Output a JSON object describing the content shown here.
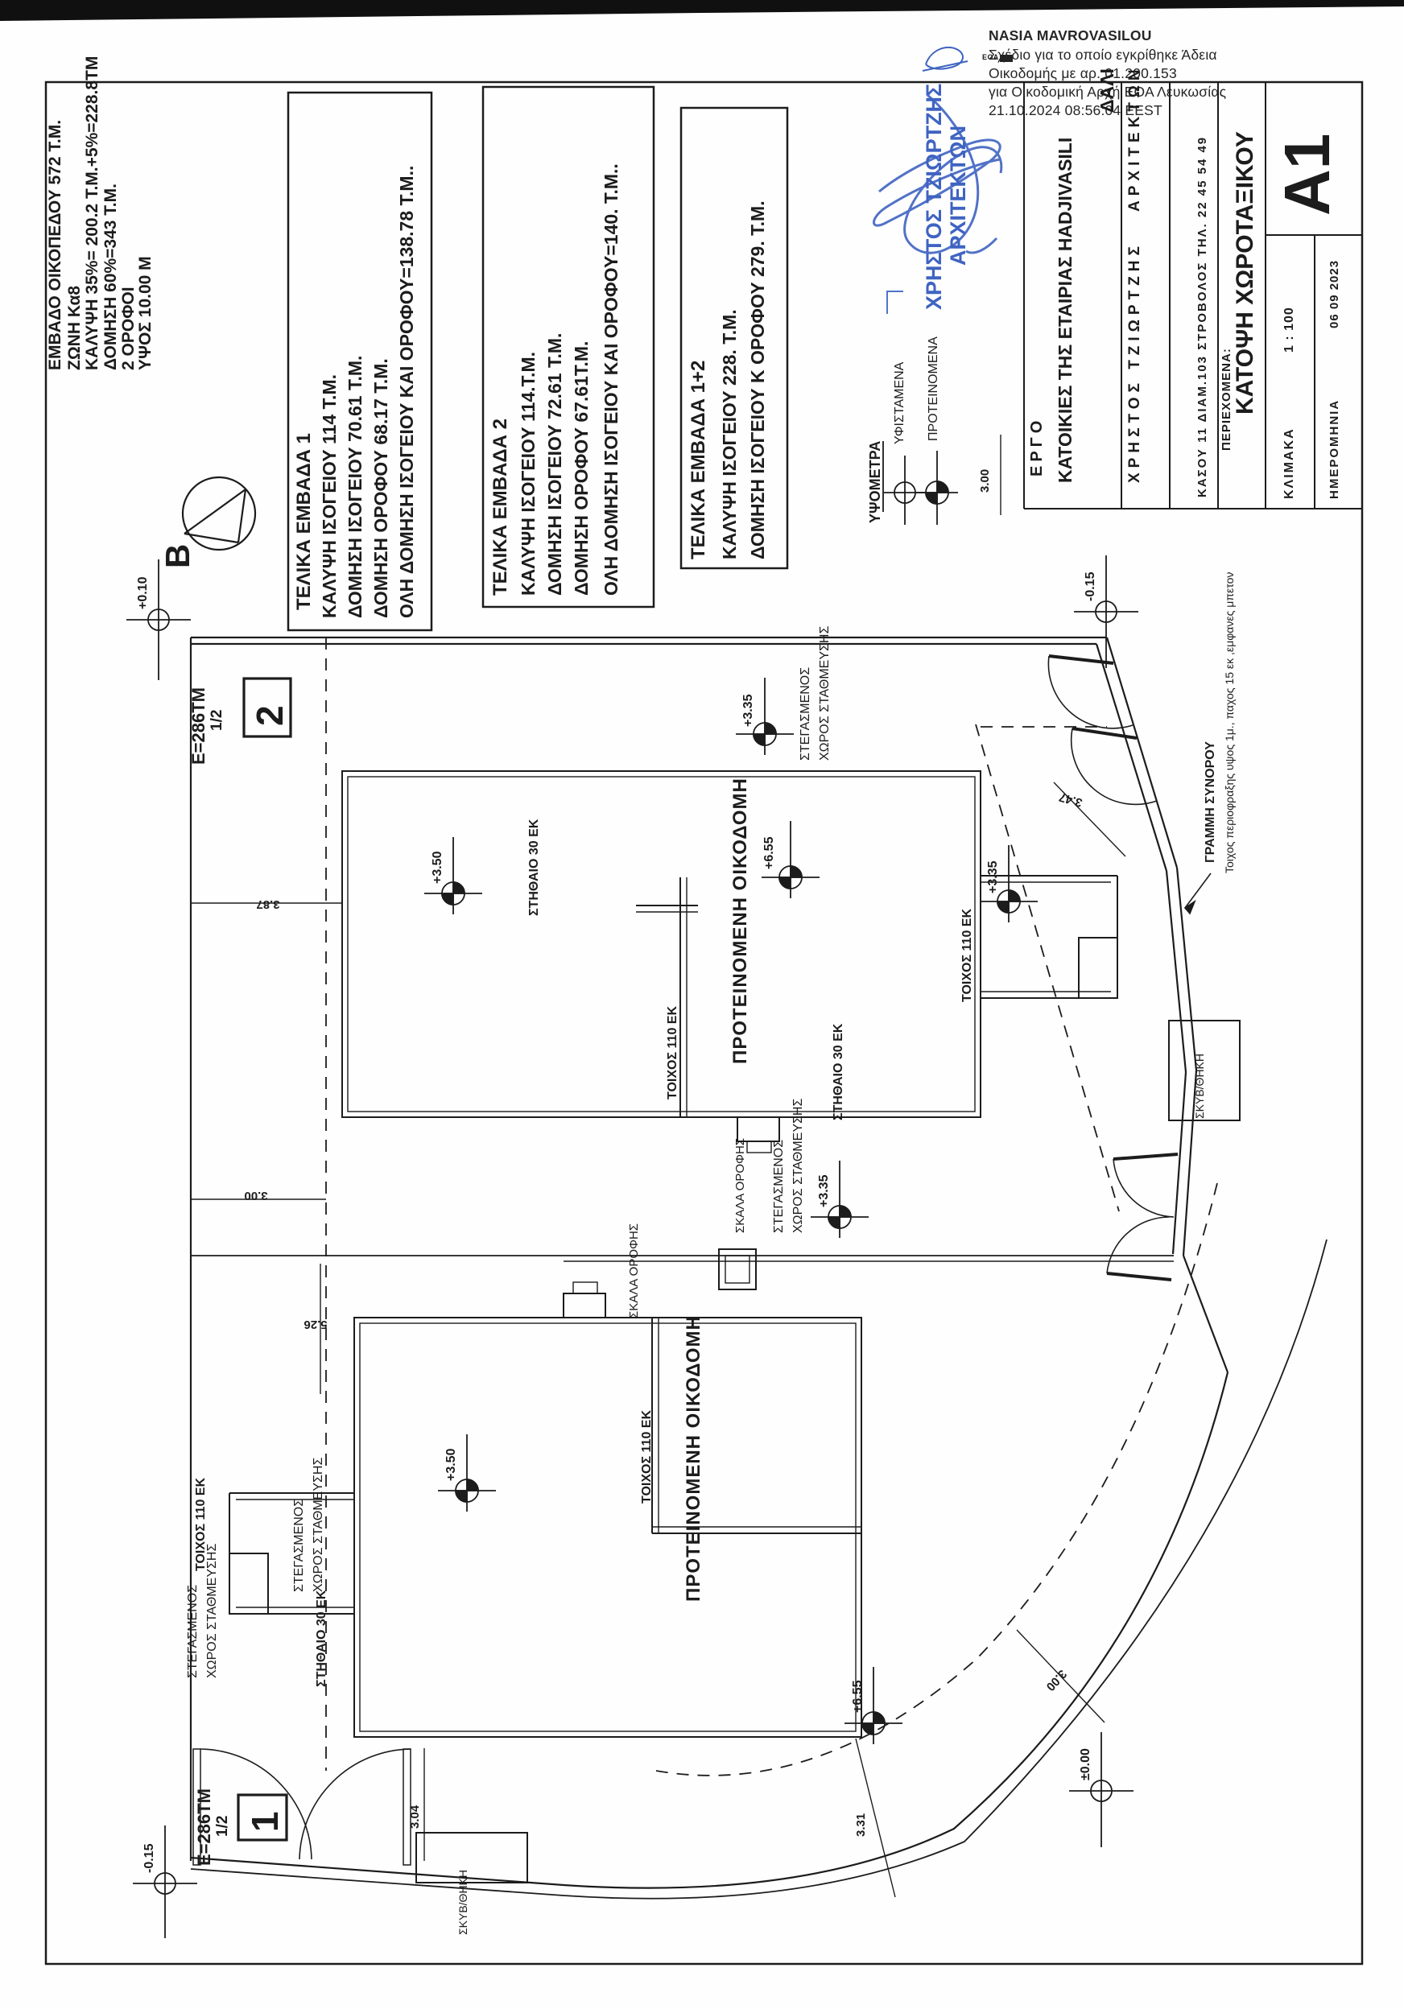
{
  "signature": {
    "name": "NASIA MAVROVASILOU",
    "line1": "Σχέδιο για το οποίο εγκρίθηκε Άδεια",
    "line2": "Οικοδομής με αρ. 01.200.153",
    "line3": "για Οικοδομική Αρχή ΕΟΑ Λευκωσίας",
    "timestamp": "21.10.2024 08:56:04 EEST",
    "eoa": "ΕΟΑ"
  },
  "site_info": {
    "line1": "ΕΜΒΑΔΟ ΟΙΚΟΠΕΔΟΥ  572 Τ.Μ.",
    "line2": "ΖΩΝΗ  Κα8",
    "line3": "ΚΑΛΥΨΗ 35%= 200.2  Τ.Μ.+5%=228.8ΤΜ",
    "line4": "ΔΟΜΗΣΗ 60%=343 Τ.Μ.",
    "line5": "2 ΟΡΟΦΟΙ",
    "line6": "ΥΨΟΣ  10.00 Μ"
  },
  "north": {
    "label": "Β"
  },
  "box1": {
    "title": "ΤΕΛΙΚΑ ΕΜΒΑΔΑ 1",
    "l1": "ΚΑΛΥΨΗ ΙΣΟΓΕΙΟΥ  114 Τ.Μ.",
    "l2": "ΔΟΜΗΣΗ ΙΣΟΓΕΙΟΥ  70.61 Τ.Μ.",
    "l3": "ΔΟΜΗΣΗ ΟΡΟΦΟΥ  68.17 Τ.Μ.",
    "l4": "ΟΛΗ ΔΟΜΗΣΗ ΙΣΟΓΕΙΟΥ ΚΑΙ ΟΡΟΦΟΥ=138.78 Τ.Μ.."
  },
  "box2": {
    "title": "ΤΕΛΙΚΑ ΕΜΒΑΔΑ 2",
    "l1": "ΚΑΛΥΨΗ ΙΣΟΓΕΙΟΥ  114.Τ.Μ.",
    "l2": "ΔΟΜΗΣΗ ΙΣΟΓΕΙΟΥ  72.61 Τ.Μ.",
    "l3": "ΔΟΜΗΣΗ  ΟΡΟΦΟΥ  67.61Τ.Μ.",
    "l4": "ΟΛΗ ΔΟΜΗΣΗ ΙΣΟΓΕΙΟΥ ΚΑΙ ΟΡΟΦΟΥ=140. Τ.Μ.."
  },
  "box3": {
    "title": "ΤΕΛΙΚΑ ΕΜΒΑΔΑ 1+2",
    "l1": "ΚΑΛΥΨΗ ΙΣΟΓΕΙΟΥ  228. Τ.Μ.",
    "l2": "ΔΟΜΗΣΗ ΙΣΟΓΕΙΟΥ Κ ΟΡΟΦΟΥ  279. Τ.Μ."
  },
  "legend": {
    "title": "ΥΨΟΜΕΤΡΑ",
    "existing": "ΥΦΙΣΤΑΜΕΝΑ",
    "proposed": "ΠΡΟΤΕΙΝΟΜΕΝΑ"
  },
  "stamp": {
    "name": "ΧΡΗΣΤΟΣ ΤΖΙΩΡΤΖΗΣ",
    "title": "ΑΡΧΙΤΕΚΤΩΝ"
  },
  "titleblock": {
    "ergo": "ΕΡΓΟ",
    "project": "ΚΑΤΟΙΚΙΕΣ ΤΗΣ ΕΤΑΙΡΙΑΣ  HADJIVASILI",
    "location": "ΔΑΛΙ",
    "architect": "ΧΡΗΣΤΟΣ ΤΖΙΩΡΤΖΗΣ",
    "architect_title": "ΑΡΧΙΤΕΚΤΩΝ",
    "address": "ΚΑΣΟΥ 11 ΔΙΑΜ.103  ΣΤΡΟΒΟΛΟΣ  ΤΗΛ. 22 45 54 49",
    "contents_label": "ΠΕΡΙΕΧΟΜΕΝΑ:",
    "contents": "ΚΑΤΟΨΗ ΧΩΡΟΤΑΞΙΚΟΥ",
    "scale_label": "ΚΛΙΜΑΚΑ",
    "scale_value": "1 : 100",
    "date_label": "ΗΜΕΡΟΜΗΝΙΑ",
    "date_value": "06 09 2023",
    "sheet": "Α1"
  },
  "plan": {
    "building": "ΠΡΟΤΕΙΝΟΜΕΝΗ ΟΙΚΟΔΟΜΗ",
    "covered": "ΣΤΕΓΑΣΜΕΝΟΣ",
    "parking": "ΧΩΡΟΣ ΣΤΑΘΜΕΥΣΗΣ",
    "stair": "ΣΚΑΛΑ ΟΡΟΦΗΣ",
    "wall": "ΤΟΙΧΟΣ 110 ΕΚ",
    "parapet": "ΣΤΗΘΑΙΟ 30 ΕΚ",
    "bin": "ΣΚΥΒ/ΘΗΚΗ",
    "boundary": "ΓΡΑΜΜΗ ΣΥΝΟΡΟΥ",
    "fence_note": "Τοιχος περιοφραξης υψος 1μ., παχος 15 εκ ,εμφανες μπετον",
    "area": "Ε=286ΤΜ",
    "half": "1/2",
    "plot1": "1",
    "plot2": "2",
    "lv_p010": "+0.10",
    "lv_m015": "-0.15",
    "lv_000": "±0.00",
    "lv_335": "+3.35",
    "lv_350": "+3.50",
    "lv_655": "+6.55",
    "d387": "3.87",
    "d300": "3.00",
    "d526": "5.26",
    "d304": "3.04",
    "d331": "3.31",
    "d347": "3.47"
  },
  "colors": {
    "ink": "#1c1c1c",
    "stamp_blue": "#3f63c2"
  }
}
